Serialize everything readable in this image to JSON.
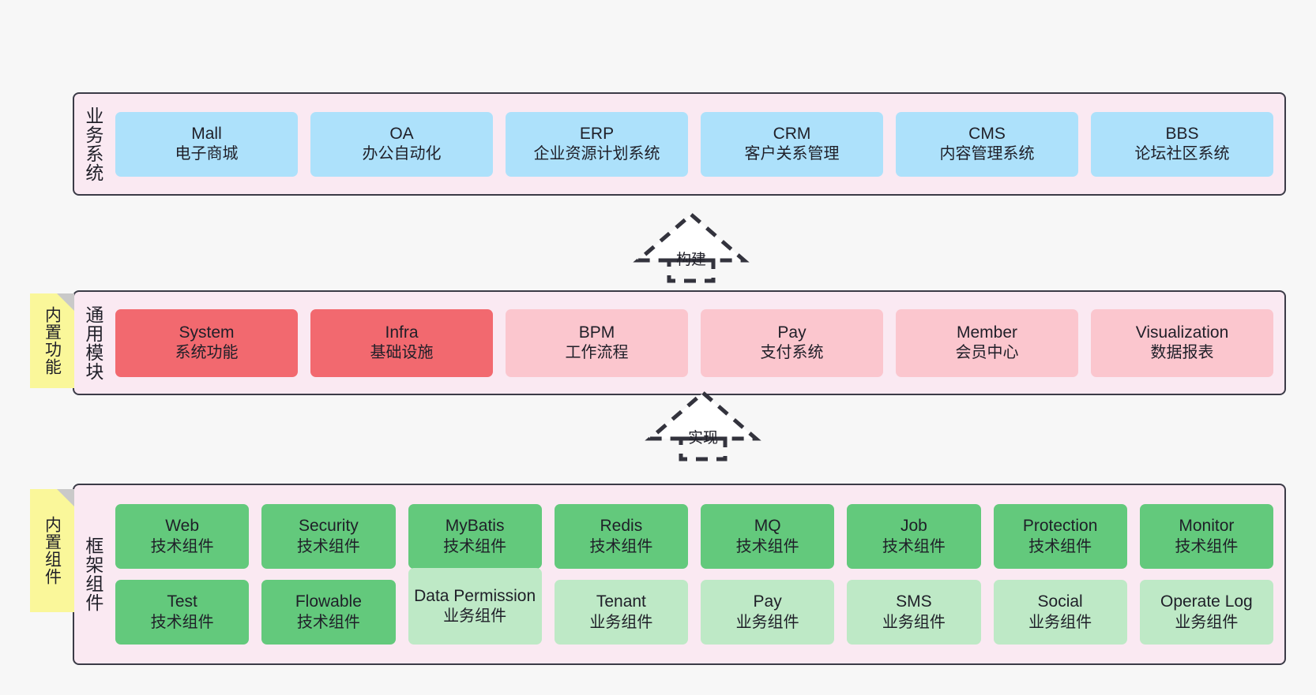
{
  "diagram": {
    "background_color": "#f7f7f7",
    "panel_color": "#fae9f2",
    "sticky_color": "#faf79a",
    "colors": {
      "blue": "#ade1fb",
      "red": "#f2696f",
      "pink": "#fbc6ce",
      "green": "#63c97c",
      "light_green": "#bee9c6",
      "border": "#3b3b47",
      "text": "#1f1f28"
    }
  },
  "sections": [
    {
      "key": "business",
      "title": "业务系统",
      "sticky": null,
      "rows": [
        {
          "cards": [
            {
              "name": "Mall",
              "desc": "电子商城",
              "style": "blue"
            },
            {
              "name": "OA",
              "desc": "办公自动化",
              "style": "blue"
            },
            {
              "name": "ERP",
              "desc": "企业资源计划系统",
              "style": "blue"
            },
            {
              "name": "CRM",
              "desc": "客户关系管理",
              "style": "blue"
            },
            {
              "name": "CMS",
              "desc": "内容管理系统",
              "style": "blue"
            },
            {
              "name": "BBS",
              "desc": "论坛社区系统",
              "style": "blue"
            }
          ]
        }
      ]
    },
    {
      "key": "common",
      "title": "通用模块",
      "sticky": "内置功能",
      "rows": [
        {
          "cards": [
            {
              "name": "System",
              "desc": "系统功能",
              "style": "red"
            },
            {
              "name": "Infra",
              "desc": "基础设施",
              "style": "red"
            },
            {
              "name": "BPM",
              "desc": "工作流程",
              "style": "pink"
            },
            {
              "name": "Pay",
              "desc": "支付系统",
              "style": "pink"
            },
            {
              "name": "Member",
              "desc": "会员中心",
              "style": "pink"
            },
            {
              "name": "Visualization",
              "desc": "数据报表",
              "style": "pink"
            }
          ]
        }
      ]
    },
    {
      "key": "framework",
      "title": "框架组件",
      "sticky": "内置组件",
      "rows": [
        {
          "cards": [
            {
              "name": "Web",
              "desc": "技术组件",
              "style": "green"
            },
            {
              "name": "Security",
              "desc": "技术组件",
              "style": "green"
            },
            {
              "name": "MyBatis",
              "desc": "技术组件",
              "style": "green"
            },
            {
              "name": "Redis",
              "desc": "技术组件",
              "style": "green"
            },
            {
              "name": "MQ",
              "desc": "技术组件",
              "style": "green"
            },
            {
              "name": "Job",
              "desc": "技术组件",
              "style": "green"
            },
            {
              "name": "Protection",
              "desc": "技术组件",
              "style": "green"
            },
            {
              "name": "Monitor",
              "desc": "技术组件",
              "style": "green"
            }
          ]
        },
        {
          "cards": [
            {
              "name": "Test",
              "desc": "技术组件",
              "style": "green"
            },
            {
              "name": "Flowable",
              "desc": "技术组件",
              "style": "green"
            },
            {
              "name": "Data Permission",
              "desc": "业务组件",
              "style": "lgreen",
              "tall": true
            },
            {
              "name": "Tenant",
              "desc": "业务组件",
              "style": "lgreen"
            },
            {
              "name": "Pay",
              "desc": "业务组件",
              "style": "lgreen"
            },
            {
              "name": "SMS",
              "desc": "业务组件",
              "style": "lgreen"
            },
            {
              "name": "Social",
              "desc": "业务组件",
              "style": "lgreen"
            },
            {
              "name": "Operate Log",
              "desc": "业务组件",
              "style": "lgreen"
            }
          ]
        }
      ]
    }
  ],
  "connectors": [
    {
      "key": "build",
      "label": "构建"
    },
    {
      "key": "implement",
      "label": "实现"
    }
  ]
}
